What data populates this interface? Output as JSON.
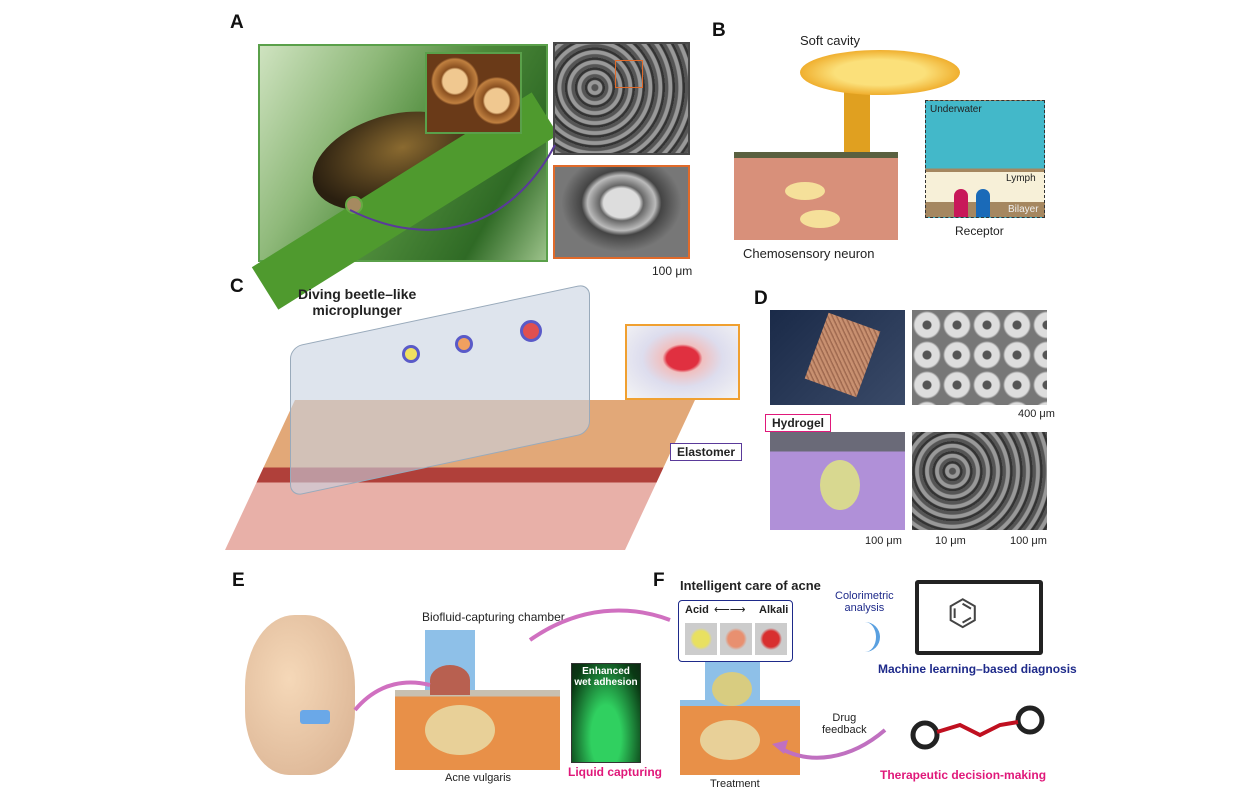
{
  "panels": {
    "a": {
      "label": "A",
      "scale": "100 μm"
    },
    "b": {
      "label": "B",
      "soft_cavity": "Soft cavity",
      "underwater": "Underwater",
      "lymph": "Lymph",
      "bilayer": "Bilayer",
      "receptor": "Receptor",
      "neuron": "Chemosensory neuron"
    },
    "c": {
      "label": "C",
      "microplunger_line1": "Diving beetle–like",
      "microplunger_line2": "microplunger",
      "hydrogel": "Hydrogel",
      "elastomer": "Elastomer"
    },
    "d": {
      "label": "D",
      "scale_top": "400 μm",
      "scale_b1": "100 μm",
      "scale_b2": "10 μm",
      "scale_b3": "100 μm"
    },
    "e": {
      "label": "E",
      "chamber": "Biofluid-capturing chamber",
      "acne": "Acne vulgaris",
      "adhesion_line1": "Enhanced",
      "adhesion_line2": "wet adhesion",
      "liquid": "Liquid capturing"
    },
    "f": {
      "label": "F",
      "title": "Intelligent care of acne",
      "acid": "Acid",
      "alkali": "Alkali",
      "colorimetric_line1": "Colorimetric",
      "colorimetric_line2": "analysis",
      "ml": "Machine learning–based diagnosis",
      "drug_line1": "Drug",
      "drug_line2": "feedback",
      "therapeutic": "Therapeutic decision-making",
      "treatment": "Treatment"
    }
  },
  "colors": {
    "green_border": "#5aa04a",
    "purple": "#5a3a9a",
    "orange": "#e06a2a",
    "magenta": "#e0187a",
    "navy": "#1e2a8a",
    "teal": "#3fb6c8"
  }
}
